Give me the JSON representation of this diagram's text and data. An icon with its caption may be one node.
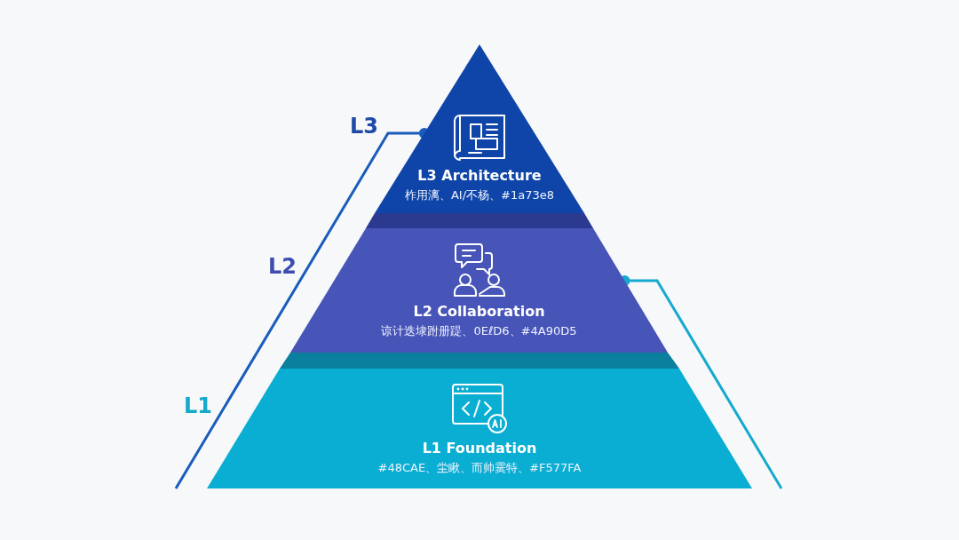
{
  "diagram": {
    "nodes": [
      {
        "text": [
          "L3 Architecture",
          "柞用漓、AI/不杨、#1a73e8"
        ]
      },
      {
        "text": [
          "L2 Collaboration",
          "谅计迭埭跗册踶、0EℓD6、#4A90D5"
        ]
      },
      {
        "text": [
          "L1 Foundation",
          "#48CAE、坣瞅、而帅霙特、#F577FA"
        ]
      }
    ],
    "edges": [
      {
        "from": null,
        "to": 0,
        "arrow": "other",
        "color": "#1a5cbc"
      },
      {
        "from": null,
        "to": 1,
        "arrow": "other",
        "color": "#16a9d0"
      }
    ],
    "labels": [
      "L3",
      "L2",
      "L1"
    ]
  }
}
